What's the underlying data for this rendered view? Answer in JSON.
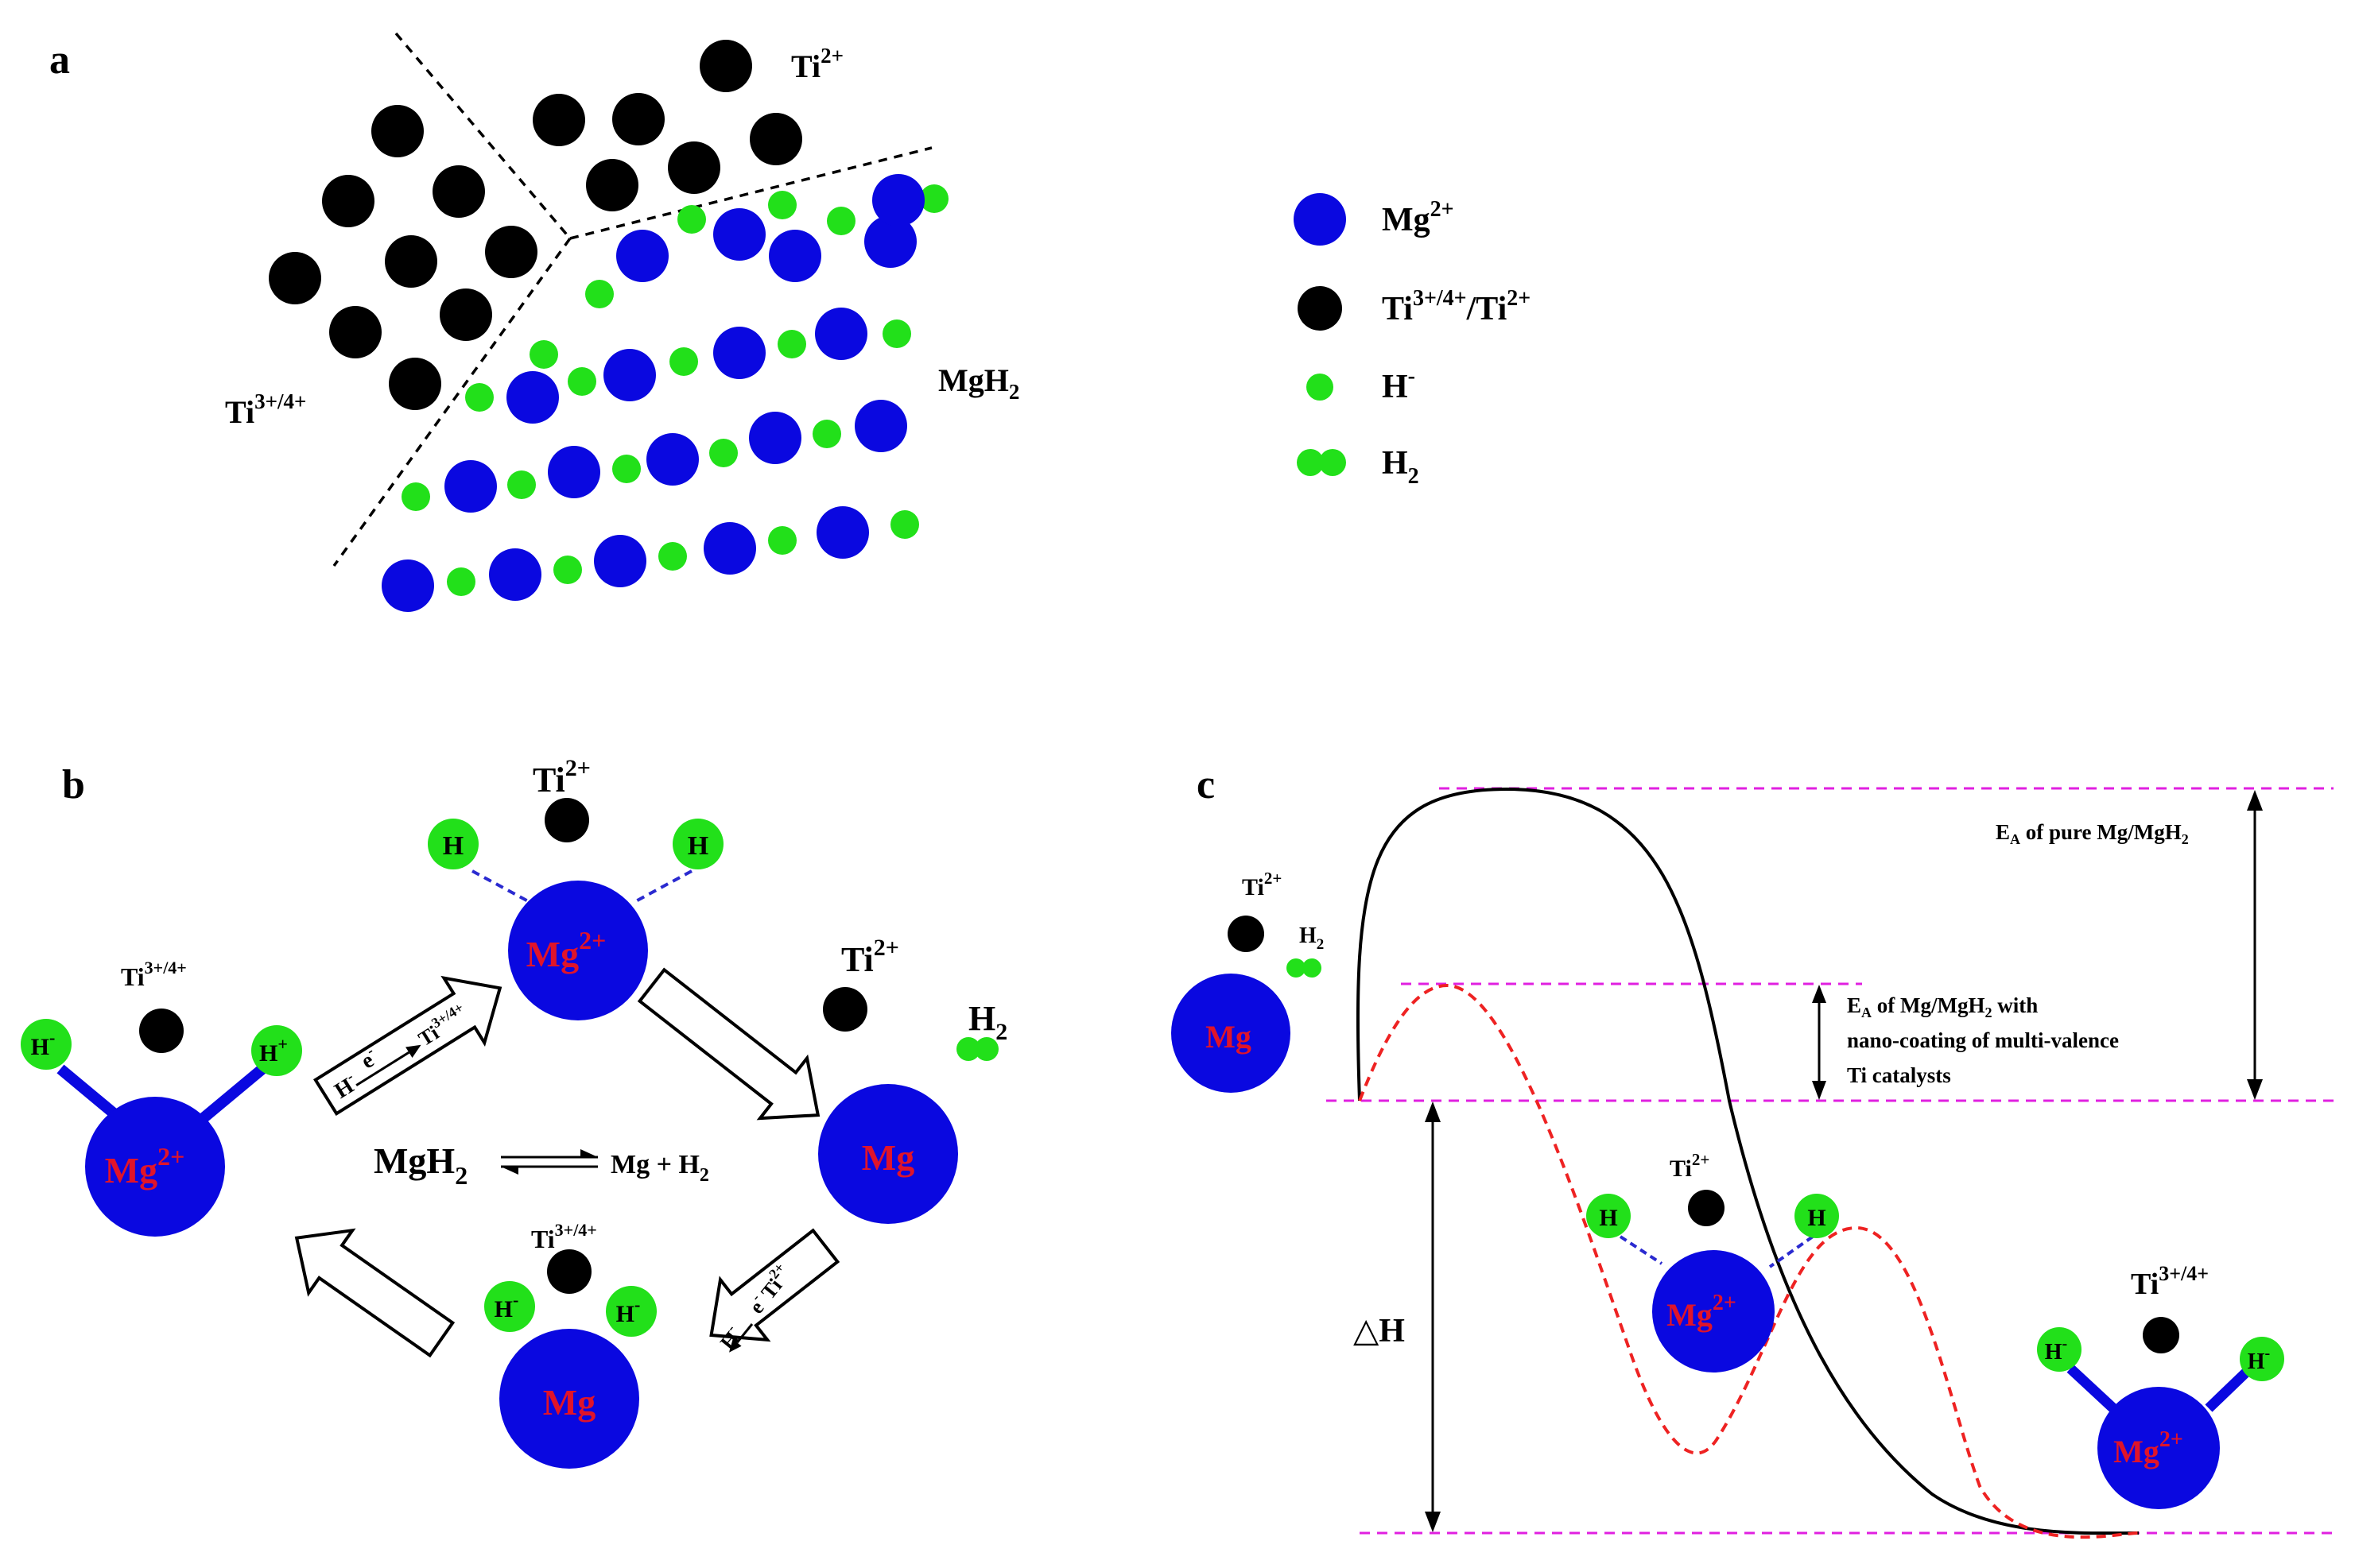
{
  "panels": {
    "a": {
      "label": "a",
      "region_labels": {
        "ti2": {
          "base": "Ti",
          "sup": "2+"
        },
        "ti34": {
          "base": "Ti",
          "sup": "3+/4+"
        },
        "mgh2": {
          "base": "MgH",
          "sub": "2"
        }
      },
      "legend": [
        {
          "type": "mg",
          "base": "Mg",
          "sup": "2+"
        },
        {
          "type": "ti",
          "text": "Ti",
          "sup1": "3+/4+",
          "mid": "/Ti",
          "sup2": "2+"
        },
        {
          "type": "h",
          "base": "H",
          "sup": "-"
        },
        {
          "type": "h2",
          "base": "H",
          "sub": "2"
        }
      ]
    },
    "b": {
      "label": "b",
      "mg2_label": {
        "base": "Mg",
        "sup": "2+"
      },
      "mg_label": "Mg",
      "h_label": "H",
      "h_minus": {
        "base": "H",
        "sup": "-"
      },
      "h_plus": {
        "base": "H",
        "sup": "+"
      },
      "ti2": {
        "base": "Ti",
        "sup": "2+"
      },
      "ti34": {
        "base": "Ti",
        "sup": "3+/4+"
      },
      "h2": {
        "base": "H",
        "sub": "2"
      },
      "arrow_top": {
        "h": "H",
        "h_sup": "-",
        "e": "e",
        "e_sup": "-",
        "ti": "Ti",
        "ti_sup": "3+/4+"
      },
      "arrow_bottom": {
        "h": "H",
        "h_sup": "-",
        "e": "e",
        "e_sup": "-",
        "ti": "Ti",
        "ti_sup": "2+"
      },
      "reaction": {
        "left": "MgH",
        "left_sub": "2",
        "right": "Mg + H",
        "right_sub": "2"
      }
    },
    "c": {
      "label": "c",
      "ea_pure": {
        "E": "E",
        "sub": "A",
        "rest": " of pure Mg/MgH",
        "sub2": "2"
      },
      "ea_coated": {
        "line1_E": "E",
        "line1_sub": "A",
        "line1_rest": " of Mg/MgH",
        "line1_sub2": "2",
        "line1_tail": " with",
        "line2": "nano-coating of multi-valence",
        "line3": "Ti catalysts"
      },
      "delta_h": "△H",
      "state_left": {
        "mg": "Mg",
        "ti": "Ti",
        "ti_sup": "2+",
        "h2": "H",
        "h2_sub": "2"
      },
      "state_mid": {
        "mg": "Mg",
        "mg_sup": "2+",
        "ti": "Ti",
        "ti_sup": "2+",
        "h": "H"
      },
      "state_right": {
        "mg": "Mg",
        "mg_sup": "2+",
        "ti": "Ti",
        "ti_sup": "3+/4+",
        "h": "H",
        "h_sup": "-"
      }
    }
  },
  "colors": {
    "mg": "#0a08e0",
    "h": "#22e01a",
    "ti": "#000000",
    "red_text": "#e0142a",
    "magenta_line": "#e020e0",
    "red_curve": "#ee2222",
    "blue_dash": "#2a2ad0"
  }
}
